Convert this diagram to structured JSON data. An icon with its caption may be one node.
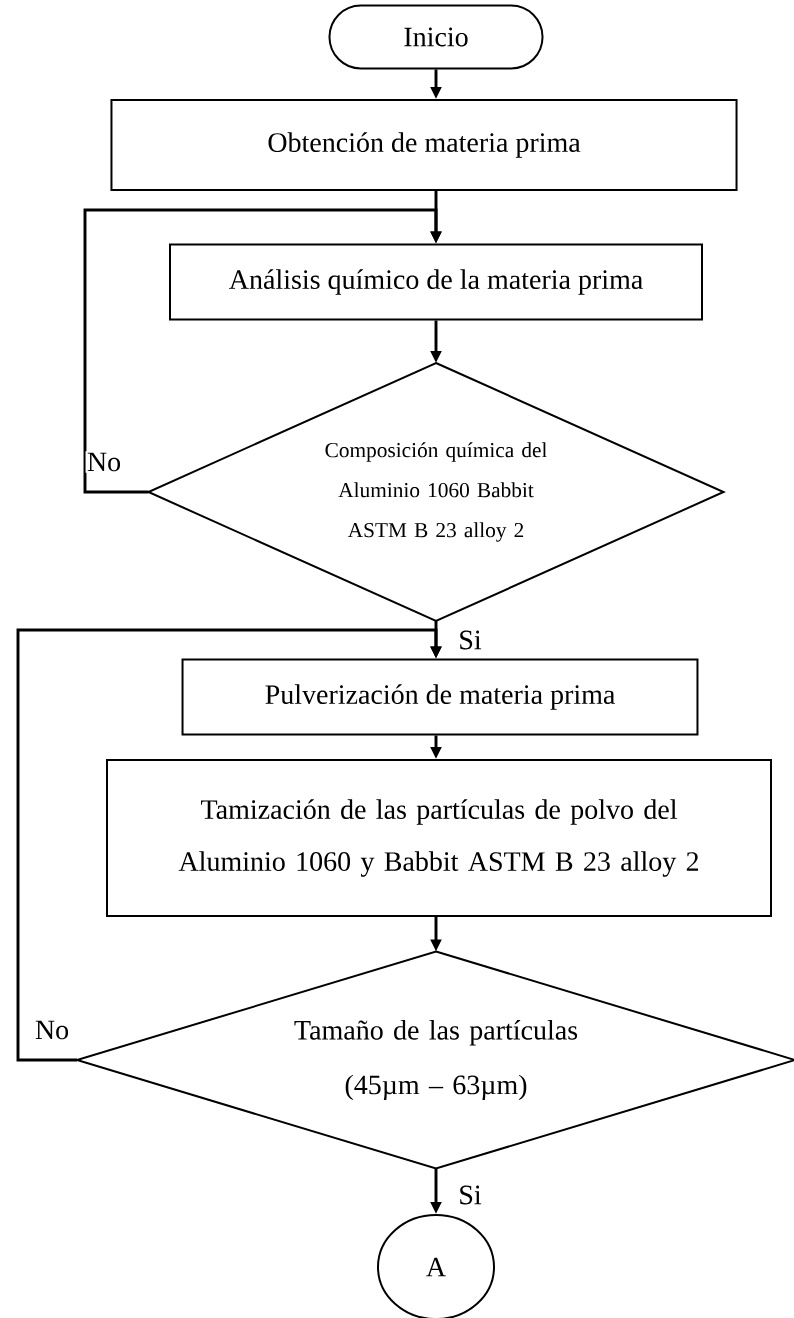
{
  "diagram": {
    "nodes": [
      {
        "text": [
          "Inicio"
        ]
      },
      {
        "text": [
          "Obtención de materia prima"
        ]
      },
      {
        "text": [
          "Análisis químico de la materia prima"
        ]
      },
      {
        "text": [
          "Composición química del Aluminio 1060 Babbit ASTM B 23 alloy 2"
        ]
      },
      {
        "text": [
          "Pulverización de materia prima"
        ]
      },
      {
        "text": [
          "Tamización de las partículas de polvo del Aluminio 1060 y Babbit ASTM B 23 alloy 2"
        ]
      },
      {
        "text": [
          "Tamaño de las partículas (45µm – 63µm)"
        ]
      },
      {
        "text": [
          "A"
        ]
      }
    ],
    "edges": [
      {
        "from": 0,
        "to": 1,
        "arrow": "to"
      },
      {
        "from": 1,
        "to": 2,
        "arrow": "to"
      },
      {
        "from": 2,
        "to": 3,
        "arrow": "to"
      },
      {
        "from": 3,
        "to": 2,
        "arrow": "to",
        "label": "No"
      },
      {
        "from": 3,
        "to": 4,
        "arrow": "to",
        "label": "Si"
      },
      {
        "from": 4,
        "to": 5,
        "arrow": "to"
      },
      {
        "from": 5,
        "to": 6,
        "arrow": "to"
      },
      {
        "from": 6,
        "to": 4,
        "arrow": "to",
        "label": "No"
      },
      {
        "from": 6,
        "to": 7,
        "arrow": "to",
        "label": "Si"
      }
    ]
  }
}
